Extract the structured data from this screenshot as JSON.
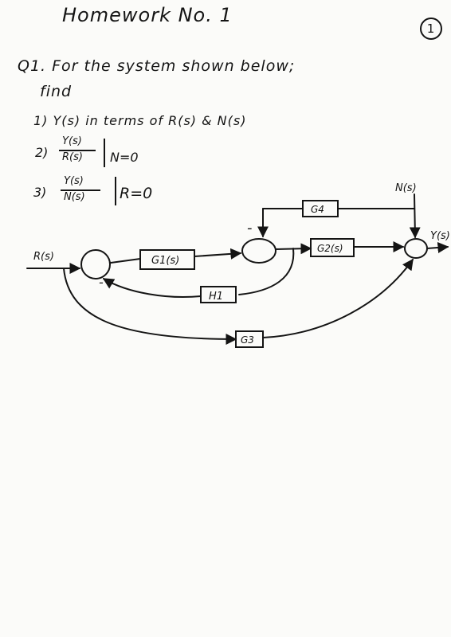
{
  "header": {
    "title": "Homework No. 1",
    "page_number": "1"
  },
  "question": {
    "prompt": "Q1. For the system shown below;",
    "find": "find",
    "items": [
      {
        "index": "1)",
        "text": "Y(s) in terms of R(s) & N(s)"
      },
      {
        "index": "2)",
        "numerator": "Y(s)",
        "denominator": "R(s)",
        "condition": "N=0"
      },
      {
        "index": "3)",
        "numerator": "Y(s)",
        "denominator": "N(s)",
        "condition": "R=0"
      }
    ]
  },
  "diagram": {
    "input_label": "R(s)",
    "output_label": "Y(s)",
    "noise_label": "N(s)",
    "blocks": {
      "g1": "G1(s)",
      "g2": "G2(s)",
      "g3": "G3",
      "g4": "G4",
      "h1": "H1"
    },
    "signs": {
      "sum1_feedback": "-",
      "sum2_feedback": "-"
    }
  }
}
